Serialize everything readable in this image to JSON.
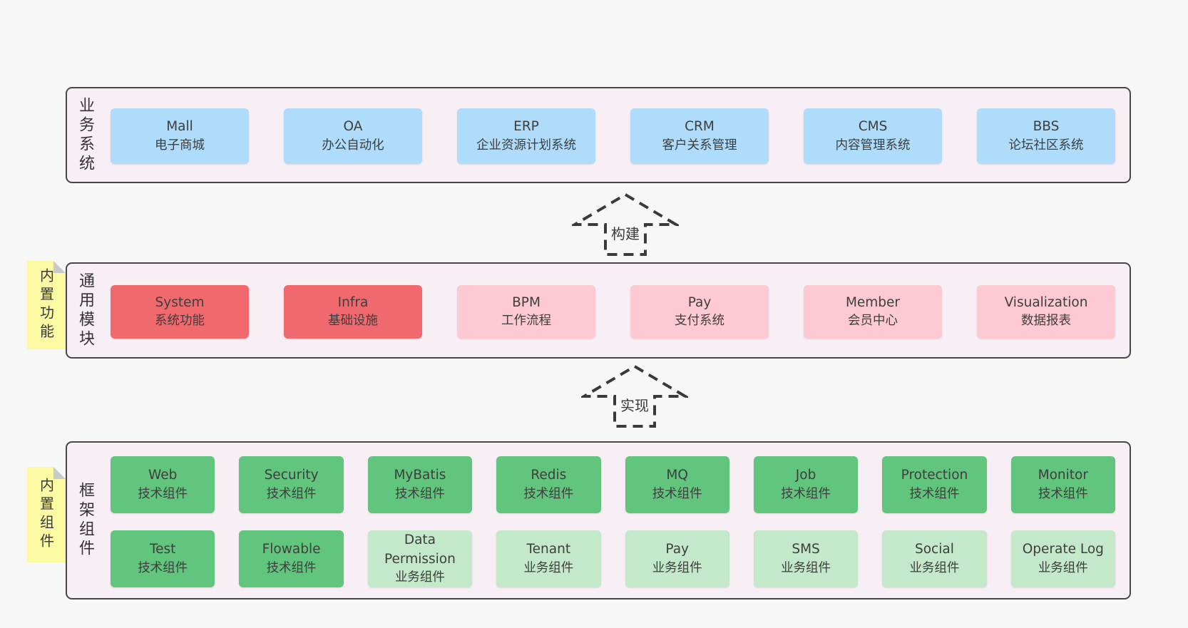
{
  "colors": {
    "background": "#f7f7f7",
    "container_fill": "#f8eef6",
    "container_border": "#474747",
    "blue_box": "#aedcfa",
    "red_box": "#f0696e",
    "pink_box": "#fdc9d2",
    "green_dark_box": "#62c57d",
    "green_light_box": "#c3e9ca",
    "note_yellow": "#fbf9a1",
    "note_fold_gray": "#c9c9c9",
    "text": "#3e3e3e"
  },
  "business": {
    "label": "业务系统",
    "boxes": [
      {
        "name": "Mall",
        "desc": "电子商城"
      },
      {
        "name": "OA",
        "desc": "办公自动化"
      },
      {
        "name": "ERP",
        "desc": "企业资源计划系统"
      },
      {
        "name": "CRM",
        "desc": "客户关系管理"
      },
      {
        "name": "CMS",
        "desc": "内容管理系统"
      },
      {
        "name": "BBS",
        "desc": "论坛社区系统"
      }
    ]
  },
  "build_arrow": {
    "label": "构建"
  },
  "modules": {
    "label": "通用模块",
    "note": "内置功能",
    "boxes": [
      {
        "name": "System",
        "desc": "系统功能",
        "variant": "red"
      },
      {
        "name": "Infra",
        "desc": "基础设施",
        "variant": "red"
      },
      {
        "name": "BPM",
        "desc": "工作流程",
        "variant": "pink"
      },
      {
        "name": "Pay",
        "desc": "支付系统",
        "variant": "pink"
      },
      {
        "name": "Member",
        "desc": "会员中心",
        "variant": "pink"
      },
      {
        "name": "Visualization",
        "desc": "数据报表",
        "variant": "pink"
      }
    ]
  },
  "implement_arrow": {
    "label": "实现"
  },
  "components": {
    "label": "框架组件",
    "note": "内置组件",
    "row1": [
      {
        "name": "Web",
        "desc": "技术组件"
      },
      {
        "name": "Security",
        "desc": "技术组件"
      },
      {
        "name": "MyBatis",
        "desc": "技术组件"
      },
      {
        "name": "Redis",
        "desc": "技术组件"
      },
      {
        "name": "MQ",
        "desc": "技术组件"
      },
      {
        "name": "Job",
        "desc": "技术组件"
      },
      {
        "name": "Protection",
        "desc": "技术组件"
      },
      {
        "name": "Monitor",
        "desc": "技术组件"
      }
    ],
    "row2": [
      {
        "name": "Test",
        "desc": "技术组件",
        "variant": "green-dark"
      },
      {
        "name": "Flowable",
        "desc": "技术组件",
        "variant": "green-dark"
      },
      {
        "name": "Data Permission",
        "desc": "业务组件",
        "variant": "green-light"
      },
      {
        "name": "Tenant",
        "desc": "业务组件",
        "variant": "green-light"
      },
      {
        "name": "Pay",
        "desc": "业务组件",
        "variant": "green-light"
      },
      {
        "name": "SMS",
        "desc": "业务组件",
        "variant": "green-light"
      },
      {
        "name": "Social",
        "desc": "业务组件",
        "variant": "green-light"
      },
      {
        "name": "Operate Log",
        "desc": "业务组件",
        "variant": "green-light"
      }
    ]
  }
}
